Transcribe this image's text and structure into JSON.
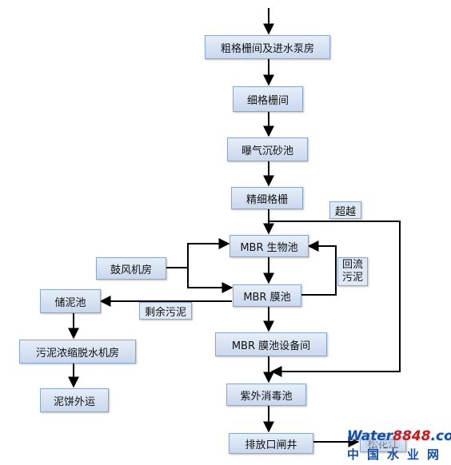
{
  "nodes": {
    "coarse_screen": "粗格栅间及进水泵房",
    "fine_screen": "细格栅间",
    "aerated_grit": "曝气沉砂池",
    "extra_fine_screen": "精细格栅",
    "mbr_bio": "MBR 生物池",
    "mbr_membrane": "MBR 膜池",
    "blower_room": "鼓风机房",
    "sludge_storage": "储泥池",
    "sludge_dewatering": "污泥浓缩脱水机房",
    "sludge_cake": "泥饼外运",
    "mbr_equipment": "MBR 膜池设备间",
    "uv_disinfection": "紫外消毒池",
    "discharge_well": "排放口闸井",
    "sink": "松花江"
  },
  "labels": {
    "bypass": "超越",
    "return_sludge_1": "回流",
    "return_sludge_2": "污泥",
    "excess_sludge": "剩余污泥"
  },
  "watermark": {
    "logo_prefix": "Water",
    "logo_number": "8848",
    "logo_suffix": ".com",
    "site_name": "中国水业网"
  },
  "colors": {
    "node_fill": "#c9d8ee",
    "node_border": "#8aa6c9",
    "line": "#000000",
    "watermark_blue": "#1a4fa0",
    "watermark_red": "#c02020"
  }
}
